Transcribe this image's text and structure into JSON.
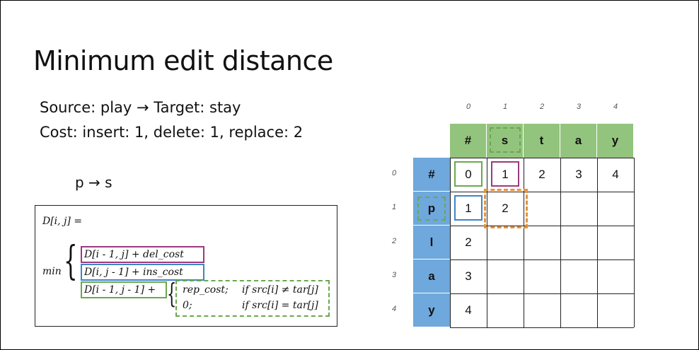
{
  "slide": {
    "title": "Minimum edit distance",
    "source_line": "Source: play → Target: stay",
    "cost_line": "Cost: insert: 1,  delete: 1, replace: 2",
    "step_caption": "p → s"
  },
  "formula": {
    "lhs": "D[i, j] =",
    "min_label": "min",
    "del_term": "D[i - 1, j] + del_cost",
    "ins_term": "D[i, j - 1] + ins_cost",
    "rep_term": "D[i - 1, j - 1] +",
    "case1_value": "rep_cost;",
    "case1_cond": "if src[i] ≠ tar[j]",
    "case2_value": "0;",
    "case2_cond": "if src[i] = tar[j]"
  },
  "table": {
    "col_indices": [
      "0",
      "1",
      "2",
      "3",
      "4"
    ],
    "row_indices": [
      "0",
      "1",
      "2",
      "3",
      "4"
    ],
    "target_chars": [
      "#",
      "s",
      "t",
      "a",
      "y"
    ],
    "source_chars": [
      "#",
      "p",
      "l",
      "a",
      "y"
    ],
    "rows": [
      [
        "0",
        "1",
        "2",
        "3",
        "4"
      ],
      [
        "1",
        "2",
        "",
        "",
        ""
      ],
      [
        "2",
        "",
        "",
        "",
        ""
      ],
      [
        "3",
        "",
        "",
        "",
        ""
      ],
      [
        "4",
        "",
        "",
        "",
        ""
      ]
    ]
  },
  "colors": {
    "header_green": "#93c47d",
    "header_blue": "#6fa8dc",
    "delete_purple": "#9a3a7c",
    "insert_blue": "#3d85c6",
    "replace_green": "#6aa84f",
    "current_orange": "#e69138"
  }
}
